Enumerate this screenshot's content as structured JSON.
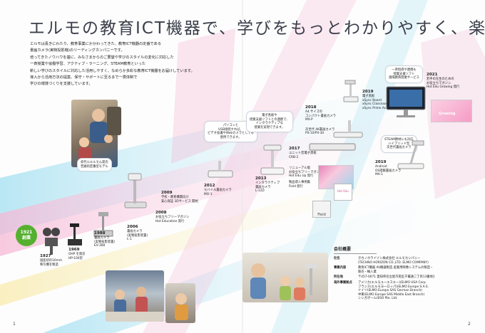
{
  "title": "エルモの教育ICT機器で、学びをもっとわかりやすく、楽しく",
  "intro_lines": [
    "エルモは長きにわたり、教育事業にかかわってきた、教育ICT機器の定番である",
    "書画カメラ(実物投影機)のリーディングカンパニーです。",
    "培ってきたノウハウを基に、みなさまからのご要望や学びのスタイルの変化に対応した",
    "一斉授業や協働学習、アクティブ・ラーニング、STEAM教育といった",
    "新しい学びのスタイルに対応した活用しやすく、なめらか多彩な教育ICT機器をお届けしています。",
    "導入から活用方法の提案、保守・サポートに至るまで一貫体制で",
    "学びの環境づくりを支援しています。"
  ],
  "founding_badge": {
    "year": "1921",
    "label": "創業"
  },
  "milestones": {
    "m1927": {
      "year": "1927",
      "lines": [
        "国産初の16mm",
        "映写機を製造"
      ]
    },
    "m1969": {
      "year": "1969",
      "lines": [
        "OHP を発売",
        "HP-100型"
      ]
    },
    "m1988": {
      "year": "1988",
      "lines": [
        "書画カメラ",
        "(実物投影装置)",
        "EV-308"
      ]
    },
    "m2006": {
      "year": "2006",
      "lines": [
        "書画カメラ",
        "(実物投影装置)",
        "L-1"
      ]
    },
    "m2008": {
      "year": "2008",
      "lines": [
        "お役立ちフリーマガジン",
        "Hot Education 発行"
      ]
    },
    "m2009": {
      "year": "2009",
      "lines": [
        "学校・教育機関向け",
        "安心保証 3Dサービス 開始"
      ]
    },
    "m2012": {
      "year": "2012",
      "lines": [
        "モバイル書画カメラ",
        "MO-1"
      ]
    },
    "m2013": {
      "year": "2013",
      "lines": [
        "インタラクティブ",
        "書画カメラ",
        "L-12D"
      ]
    },
    "m2017": {
      "year": "2017",
      "lines": [
        "ユニット型電子黒板",
        "CRB-2",
        "リニューアル版",
        "お役立ちフリーマガジン",
        "Hot Edu Up 発行",
        "製品導入事例集",
        "Field 発行"
      ]
    },
    "m2018": {
      "year": "2018",
      "lines": [
        "A4 サイズの",
        "コンパクト書画カメラ",
        "MX-P",
        "次世代 4K書画カメラ",
        "PX-10/PX-30"
      ]
    },
    "m2019a": {
      "year": "2019",
      "lines": [
        "電子黒板",
        "xSync Board",
        "xSync Classroom",
        "xSync Prime Academic"
      ]
    },
    "m2019b": {
      "year": "2019",
      "lines": [
        "Android",
        "OS搭載書画カメラ",
        "MA-1"
      ]
    },
    "m2021": {
      "year": "2021",
      "lines": [
        "若手の先生のための",
        "お役立ちマガジン",
        "Hot Edu Growing 発行"
      ]
    }
  },
  "bubbles": {
    "founding": [
      "初代ルエルモん発売",
      "普遍的定番型モデル"
    ],
    "mo1": [
      "パソコンと",
      "USB接続すれば、",
      "ビデオ会議やWebカメラとしても",
      "使用できます。"
    ],
    "l12d": [
      "電子黒板や",
      "授業支援ソフトとの連携で、",
      "インタラクティブな",
      "授業を実現できます。"
    ],
    "software": [
      "一斉指導や連携も",
      "授業支援ソフト",
      "遠隔教育授業サービス"
    ],
    "steam": [
      "STEAM教材にも対応",
      "ハイブリッド型",
      "次世代書画カメラ"
    ]
  },
  "magazine_labels": {
    "growing": "Growing",
    "field": "Field",
    "hotedu": "Hot Edu"
  },
  "company": {
    "title": "会社概要",
    "rows": [
      {
        "k": "社名",
        "v": [
          "タカノホライゾン株式会社 エルモカンパニー",
          "(TECHNO HORIZON CO.,LTD. ELMO COMPANY)"
        ]
      },
      {
        "k": "事業内容",
        "v": [
          "教育ICT機器 AV機器製造 産業用映像システムの製造・",
          "販売・輸入業"
        ]
      },
      {
        "k": "所在地",
        "v": [
          "〒457-0071 愛知県名古屋市南区千竈通二丁目13番地1"
        ]
      },
      {
        "k": "海外事業拠点",
        "v": [
          "アメリカ(エルモユーエスエー)(ELMO USA Corp.",
          "フランス(エルモヨーロッパ)(ELMO Europe S.A.S.",
          "ドイツ(ELMO Europe SAS German Branch)",
          "中東(ELMO Europe SAS Middle East Branch)",
          "シンガポール(ESO Pte. Ltd."
        ]
      }
    ]
  },
  "page_numbers": {
    "left": "1",
    "right": "2"
  },
  "colors": {
    "accent_pink": "#f2a6c8",
    "accent_cyan": "#9edbf0",
    "badge_green": "#55b030",
    "title": "#3a3f4a"
  }
}
